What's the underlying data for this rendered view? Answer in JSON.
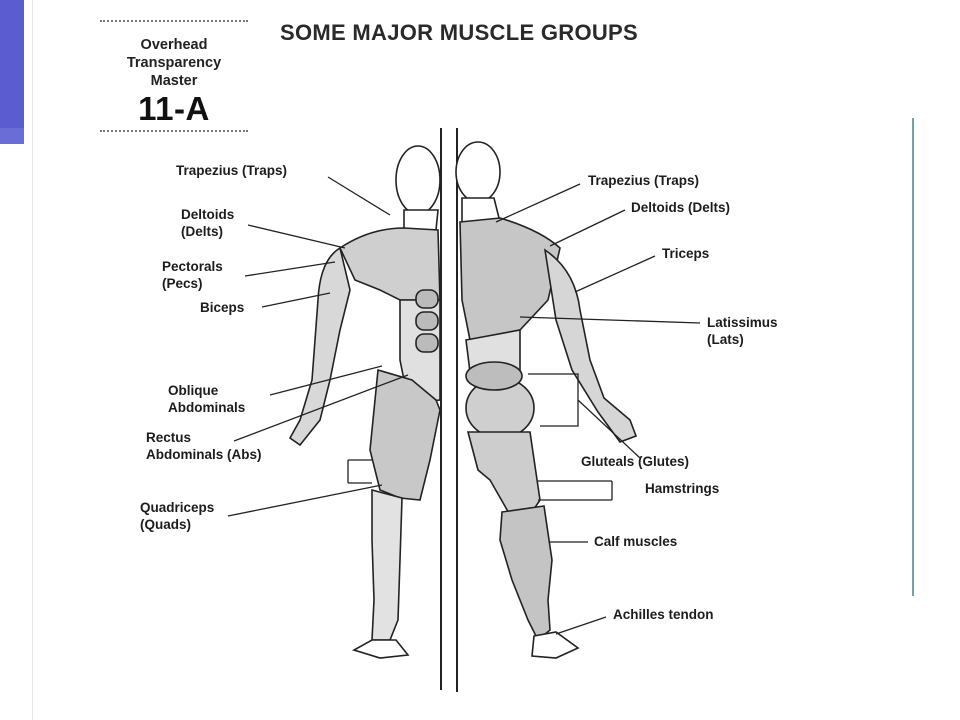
{
  "header": {
    "box_lines": [
      "Overhead",
      "Transparency",
      "Master"
    ],
    "box_number": "11-A",
    "title": "SOME MAJOR MUSCLE GROUPS"
  },
  "labels_front": [
    {
      "key": "trap-front",
      "lines": [
        "Trapezius (Traps)"
      ]
    },
    {
      "key": "deltoid-front",
      "lines": [
        "Deltoids",
        "(Delts)"
      ]
    },
    {
      "key": "pectorals",
      "lines": [
        "Pectorals",
        "(Pecs)"
      ]
    },
    {
      "key": "biceps",
      "lines": [
        "Biceps"
      ]
    },
    {
      "key": "oblique",
      "lines": [
        "Oblique",
        "Abdominals"
      ]
    },
    {
      "key": "rectus",
      "lines": [
        "Rectus",
        "Abdominals (Abs)"
      ]
    },
    {
      "key": "quadriceps",
      "lines": [
        "Quadriceps",
        "(Quads)"
      ]
    }
  ],
  "labels_back": [
    {
      "key": "trap-back",
      "lines": [
        "Trapezius (Traps)"
      ]
    },
    {
      "key": "deltoid-back",
      "lines": [
        "Deltoids (Delts)"
      ]
    },
    {
      "key": "triceps",
      "lines": [
        "Triceps"
      ]
    },
    {
      "key": "latissimus",
      "lines": [
        "Latissimus",
        "(Lats)"
      ]
    },
    {
      "key": "gluteals",
      "lines": [
        "Gluteals (Glutes)"
      ]
    },
    {
      "key": "hamstrings",
      "lines": [
        "Hamstrings"
      ]
    },
    {
      "key": "calf",
      "lines": [
        "Calf muscles"
      ]
    },
    {
      "key": "achilles",
      "lines": [
        "Achilles tendon"
      ]
    }
  ]
}
